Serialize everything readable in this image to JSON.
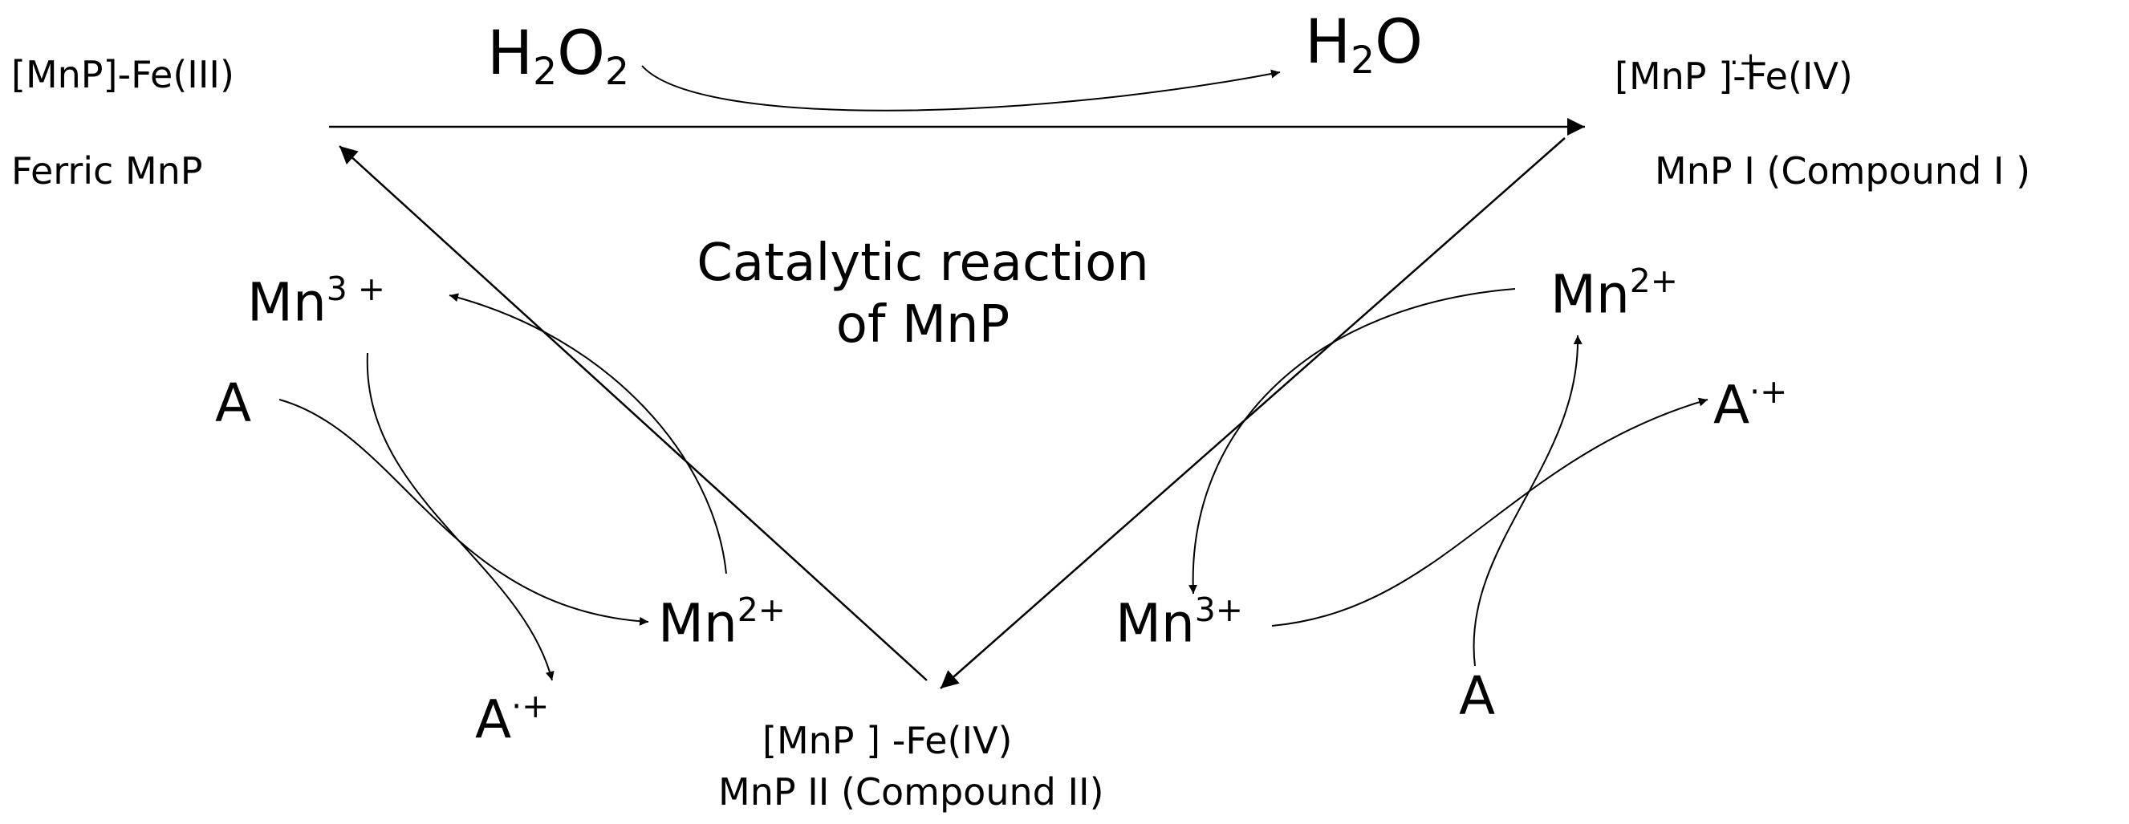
{
  "title": {
    "line1": "Catalytic reaction",
    "line2": "of MnP"
  },
  "ferric": {
    "formula": "[MnP]-Fe(III)",
    "name": "Ferric MnP"
  },
  "compound1": {
    "bracket": "[MnP ]",
    "radical": "·+",
    "iron": "-Fe(IV)",
    "name": "MnP I (Compound I )"
  },
  "compound2": {
    "formula": "[MnP ] -Fe(IV)",
    "name": "MnP II (Compound II)"
  },
  "peroxide": {
    "base1": "H",
    "sub1": "2",
    "base2": "O",
    "sub2": "2"
  },
  "water": {
    "base1": "H",
    "sub1": "2",
    "base2": "O"
  },
  "left_cycle": {
    "mn3": {
      "base": "Mn",
      "charge": "3 +"
    },
    "mn2": {
      "base": "Mn",
      "charge": "2+"
    },
    "substrate": "A",
    "radical": {
      "base": "A",
      "charge": "·+"
    }
  },
  "right_cycle": {
    "mn2": {
      "base": "Mn",
      "charge": "2+"
    },
    "mn3": {
      "base": "Mn",
      "charge": "3+"
    },
    "substrate": "A",
    "radical": {
      "base": "A",
      "charge": "·+"
    }
  }
}
